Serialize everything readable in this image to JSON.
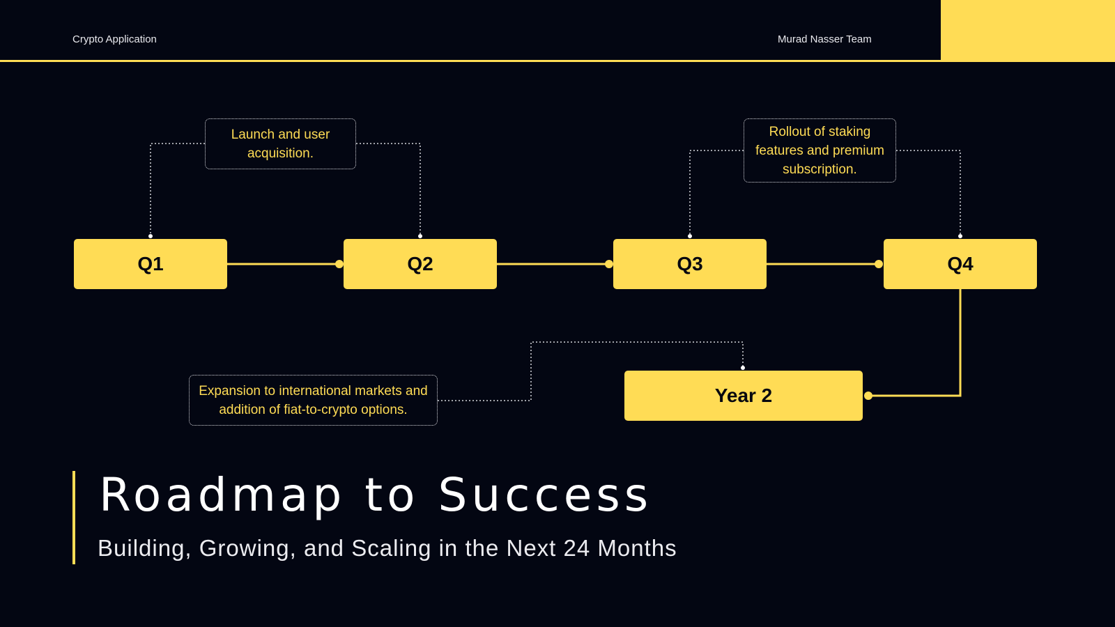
{
  "header": {
    "left_text": "Crypto  Application",
    "right_text": "Murad Nasser Team"
  },
  "colors": {
    "background": "#030612",
    "accent": "#ffdc55",
    "node_text": "#07080f"
  },
  "nodes": {
    "q1": "Q1",
    "q2": "Q2",
    "q3": "Q3",
    "q4": "Q4",
    "year2": "Year 2"
  },
  "notes": {
    "q1_q2": "Launch and user acquisition.",
    "q3_q4": "Rollout of staking features and premium subscription.",
    "year2": "Expansion to international markets and addition of fiat-to-crypto options."
  },
  "title": "Roadmap to Success",
  "subtitle": "Building, Growing, and Scaling in the Next 24 Months"
}
